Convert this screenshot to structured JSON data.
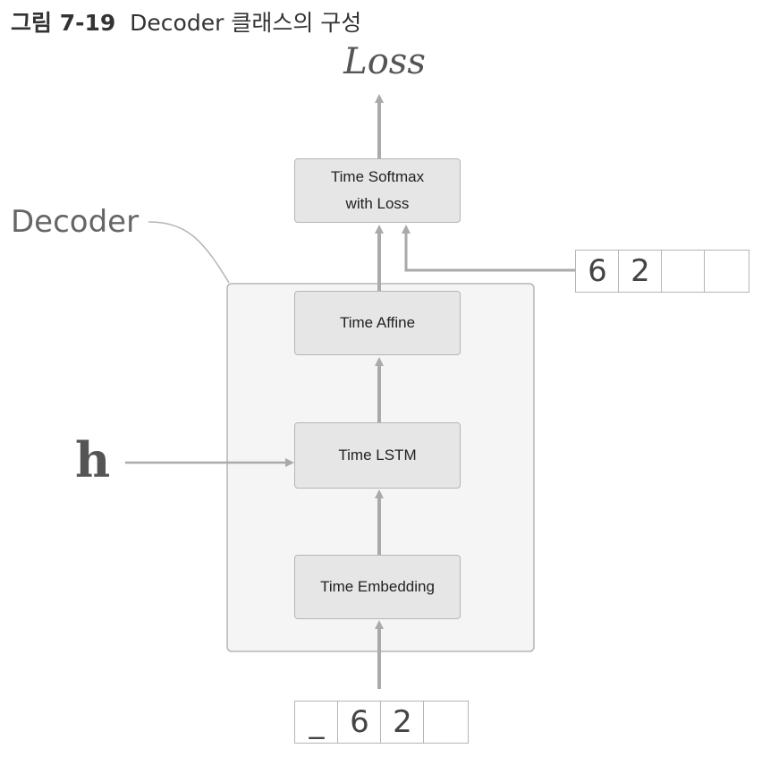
{
  "caption": {
    "figure": "그림 7-19",
    "title": "Decoder 클래스의 구성"
  },
  "labels": {
    "loss": "Loss",
    "decoder": "Decoder",
    "h": "h"
  },
  "layers": {
    "softmax_line1": "Time Softmax",
    "softmax_line2": "with Loss",
    "affine": "Time Affine",
    "lstm": "Time LSTM",
    "embedding": "Time Embedding"
  },
  "target_cells": [
    "6",
    "2",
    "",
    ""
  ],
  "input_cells": [
    "_",
    "6",
    "2",
    ""
  ],
  "colors": {
    "arrow": "#aaaaaa",
    "layer_fill": "#e6e6e6",
    "container_fill": "#f4f5f4",
    "border": "#b5b5b5"
  }
}
